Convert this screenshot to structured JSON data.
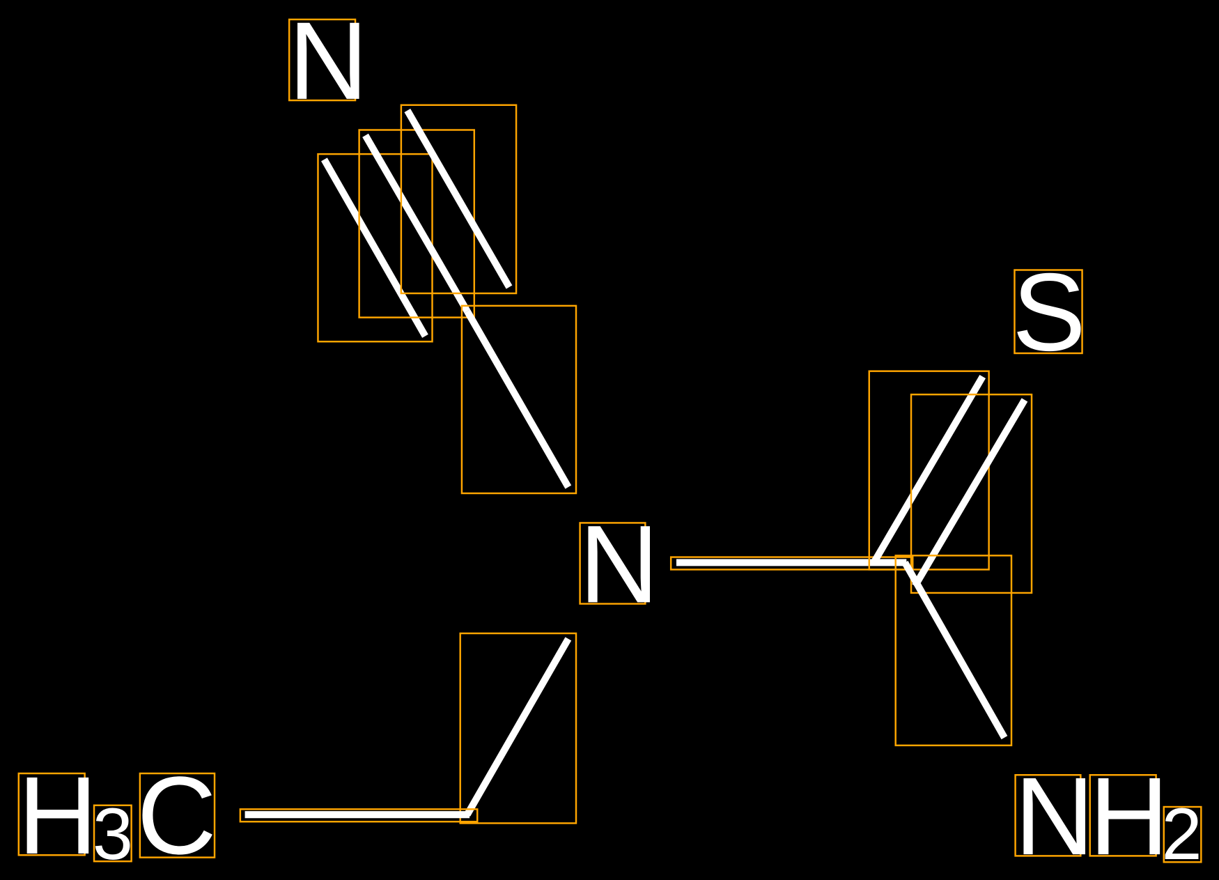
{
  "molecule": {
    "atoms": {
      "n_top": "N",
      "s": "S",
      "n_mid": "N",
      "methyl_h": "H",
      "methyl_sub": "3",
      "methyl_c": "C",
      "amine_n": "N",
      "amine_h": "H",
      "amine_sub": "2"
    },
    "bond_count": 10
  },
  "colors": {
    "background": "#000000",
    "bond": "#FFFFFF",
    "bounding_box": "#FFA500"
  }
}
